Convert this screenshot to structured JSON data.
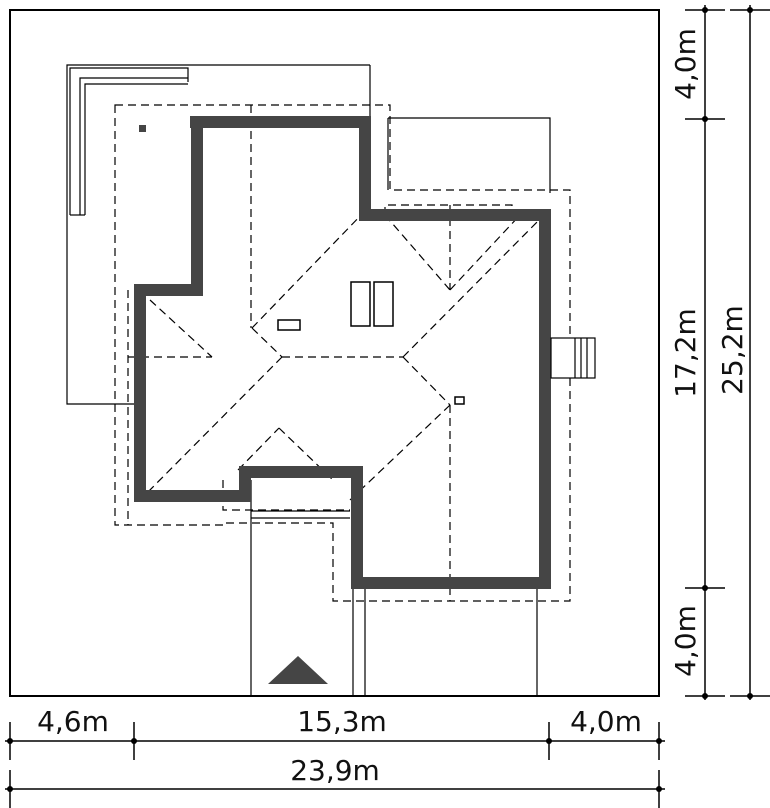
{
  "site_plan": {
    "dimensions": {
      "top_setback": "4,0m",
      "house_depth": "17,2m",
      "bottom_setback": "4,0m",
      "total_depth": "25,2m",
      "left_setback": "4,6m",
      "house_width": "15,3m",
      "right_setback": "4,0m",
      "total_width": "23,9m"
    },
    "colors": {
      "wall": "#454545",
      "line": "#000000",
      "background": "#ffffff"
    },
    "icons": {
      "entrance": "entrance-triangle-icon"
    }
  }
}
